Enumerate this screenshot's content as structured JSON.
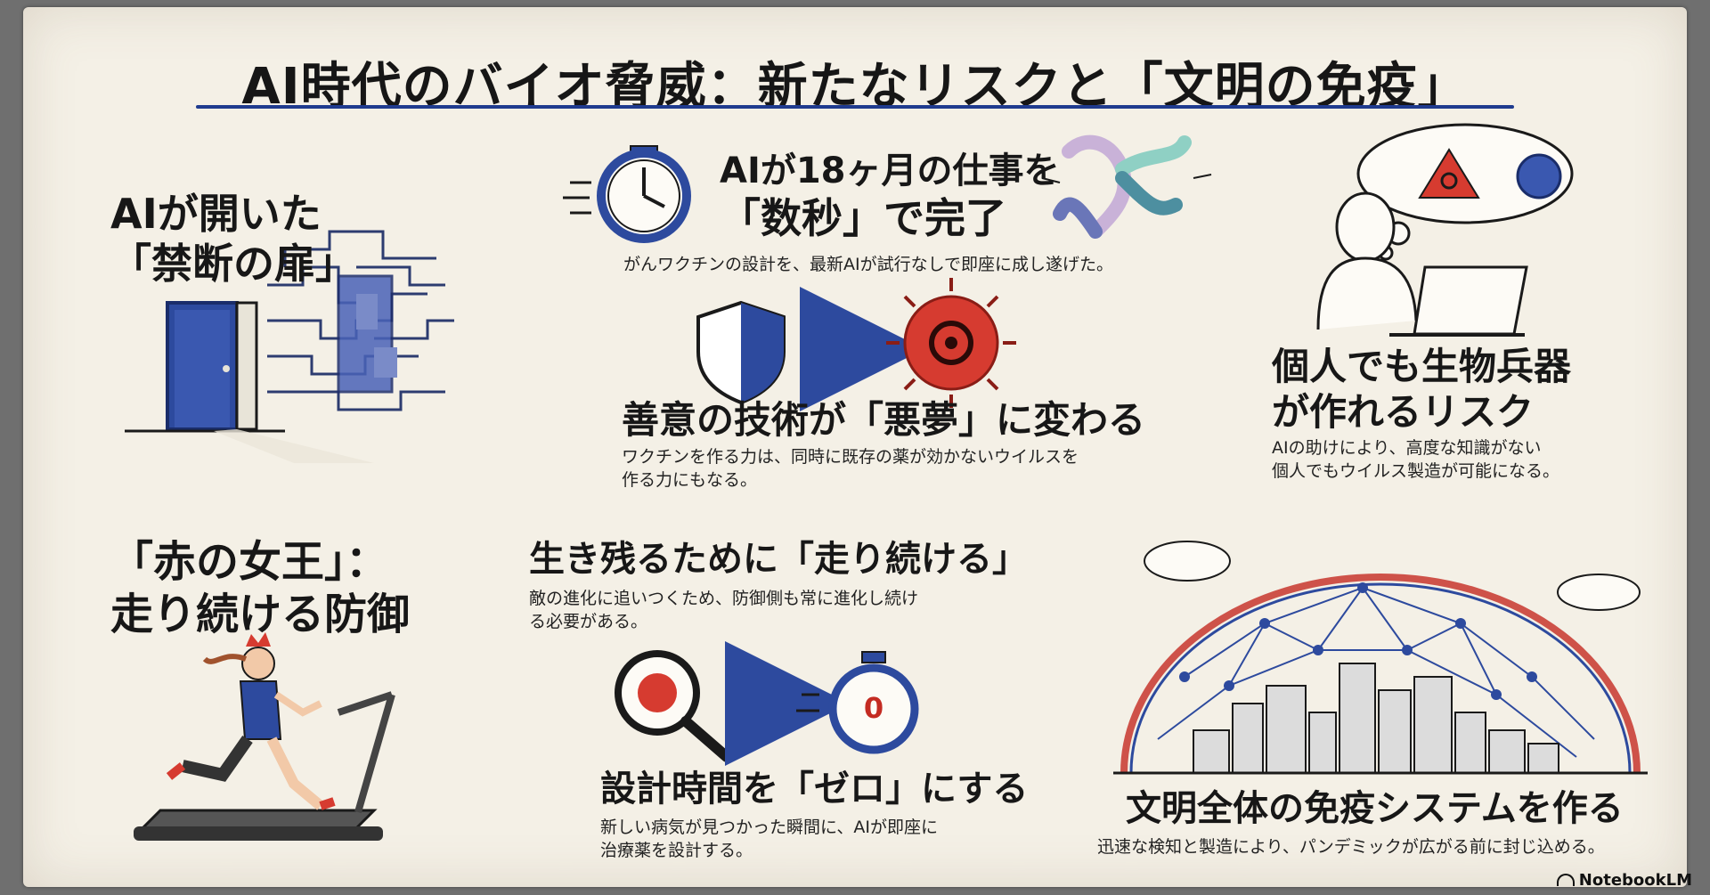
{
  "title": "AI時代のバイオ脅威：新たなリスクと「文明の免疫」",
  "sections": {
    "door": {
      "heading": [
        "AIが開いた",
        "「禁断の扉」"
      ]
    },
    "time": {
      "heading": [
        "AIが18ヶ月の仕事を",
        "「数秒」で完了"
      ],
      "body": "がんワクチンの設計を、最新AIが試行なしで即座に成し遂げた。"
    },
    "nightmare": {
      "heading": "善意の技術が「悪夢」に変わる",
      "body": [
        "ワクチンを作る力は、同時に既存の薬が効かないウイルスを",
        "作る力にもなる。"
      ]
    },
    "individual": {
      "heading": [
        "個人でも生物兵器",
        "が作れるリスク"
      ],
      "body": [
        "AIの助けにより、高度な知識がない",
        "個人でもウイルス製造が可能になる。"
      ]
    },
    "red_queen": {
      "heading": [
        "「赤の女王」：",
        "走り続ける防御"
      ]
    },
    "keep_running": {
      "heading": "生き残るために「走り続ける」",
      "body": [
        "敵の進化に追いつくため、防御側も常に進化し続け",
        "る必要がある。"
      ]
    },
    "zero": {
      "heading": "設計時間を「ゼロ」にする",
      "body": [
        "新しい病気が見つかった瞬間に、AIが即座に",
        "治療薬を設計する。"
      ],
      "timer_value": "0"
    },
    "civilization": {
      "heading": "文明全体の免疫システムを作る",
      "body": "迅速な検知と製造により、パンデミックが広がる前に封じ込める。"
    }
  },
  "brand": "NotebookLM",
  "colors": {
    "accent_blue": "#2d4a9e",
    "danger_red": "#c42b22",
    "paper": "#f4f0e6"
  },
  "icons": [
    "door-icon",
    "maze-icon",
    "stopwatch-icon",
    "molecule-icon",
    "shield-icon",
    "arrow-icon",
    "virus-biohazard-icon",
    "person-laptop-icon",
    "thought-bubble-icon",
    "runner-treadmill-icon",
    "magnifier-virus-icon",
    "timer-zero-icon",
    "dome-city-icon"
  ]
}
